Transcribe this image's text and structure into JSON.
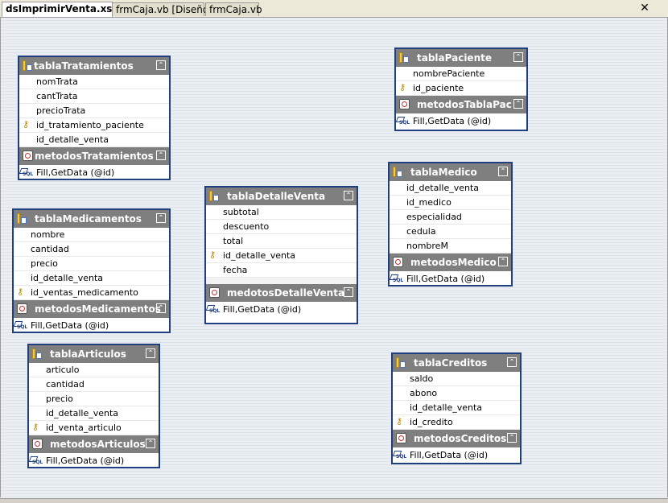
{
  "tabs": [
    {
      "label": "dsImprimirVenta.xsd",
      "active": true
    },
    {
      "label": "frmCaja.vb [Diseño]",
      "active": false
    },
    {
      "label": "frmCaja.vb",
      "active": false
    }
  ],
  "close_glyph": "✕",
  "tables": {
    "tratamientos": {
      "title": "tablaTratamientos",
      "columns": [
        "nomTrata",
        "cantTrata",
        "precioTrata",
        "id_tratamiento_paciente",
        "id_detalle_venta"
      ],
      "methods_title": "metodosTratamientos",
      "method": "Fill,GetData (@id)"
    },
    "medicamentos": {
      "title": "tablaMedicamentos",
      "columns": [
        "nombre",
        "cantidad",
        "precio",
        "id_detalle_venta",
        "id_ventas_medicamento"
      ],
      "methods_title": "metodosMedicamentos",
      "method": "Fill,GetData (@id)"
    },
    "articulos": {
      "title": "tablaArticulos",
      "columns": [
        "articulo",
        "cantidad",
        "precio",
        "id_detalle_venta",
        "id_venta_articulo"
      ],
      "methods_title": "metodosArticulos",
      "method": "Fill,GetData (@id)"
    },
    "detalleventa": {
      "title": "tablaDetalleVenta",
      "columns": [
        "subtotal",
        "descuento",
        "total",
        "id_detalle_venta",
        "fecha"
      ],
      "methods_title": "medotosDetalleVenta",
      "method": "Fill,GetData (@id)"
    },
    "paciente": {
      "title": "tablaPaciente",
      "columns": [
        "nombrePaciente",
        "id_paciente"
      ],
      "methods_title": "metodosTablaPac",
      "method": "Fill,GetData (@id)"
    },
    "medico": {
      "title": "tablaMedico",
      "columns": [
        "id_detalle_venta",
        "id_medico",
        "especialidad",
        "cedula",
        "nombreM"
      ],
      "methods_title": "metodosMedico",
      "method": "Fill,GetData (@id)"
    },
    "creditos": {
      "title": "tablaCreditos",
      "columns": [
        "saldo",
        "abono",
        "id_detalle_venta",
        "id_credito"
      ],
      "methods_title": "metodosCreditos",
      "method": "Fill,GetData (@id)"
    }
  },
  "icons": {
    "table": "datatable-icon",
    "methods": "tableadapter-icon",
    "key": "primary-key-icon",
    "query": "sql-query-icon",
    "collapse": "collapse-icon"
  },
  "colors": {
    "header_bg": "#7f7f7f",
    "border": "#1f3f7f",
    "key": "#b58a00"
  }
}
